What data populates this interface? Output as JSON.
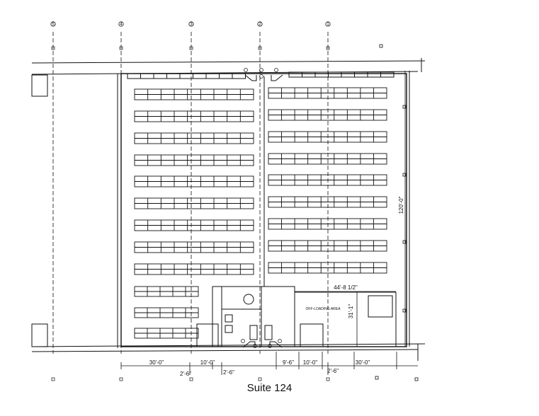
{
  "caption": "Suite 124",
  "grid_markers": [
    "5",
    "4",
    "3",
    "2",
    "1"
  ],
  "dimensions": {
    "overall_depth": "120'-0\"",
    "offload_width": "44'-8 1/2\"",
    "offload_depth": "31'-1\"",
    "bottom_left_bay": "30'-0\"",
    "bottom_center_left_a": "10'-0\"",
    "bottom_center_left_b": "2'-6\"",
    "bottom_small_left": "2'-6\"",
    "bottom_center_right_a": "9'-6\"",
    "bottom_center_right_b": "10'-0\"",
    "bottom_small_right": "2'-6\"",
    "bottom_right_bay": "30'-0\""
  },
  "labels": {
    "offload_area": "OFF-LOADING AREA"
  },
  "colors": {
    "line": "#111111",
    "background": "#ffffff"
  }
}
